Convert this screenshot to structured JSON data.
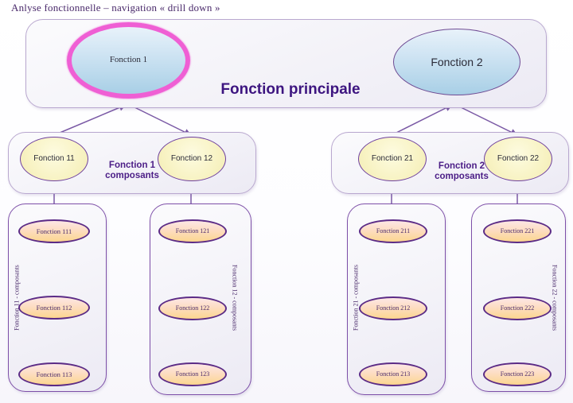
{
  "slide": {
    "title": "Anlyse fonctionnelle – navigation « drill down »"
  },
  "level1": {
    "caption": "Fonction principale",
    "nodes": [
      {
        "label": "Fonction 1",
        "state": "selected",
        "fill": "#bcdcef",
        "ring": "#ef5fd4"
      },
      {
        "label": "Fonction 2",
        "state": "normal",
        "fill": "#bcdcef",
        "ring": "#6e4a93"
      }
    ]
  },
  "level2": {
    "groups": [
      {
        "caption_line1": "Fonction 1",
        "caption_line2": "composants",
        "nodes": [
          {
            "label": "Fonction 11"
          },
          {
            "label": "Fonction 12"
          }
        ]
      },
      {
        "caption_line1": "Fonction 2",
        "caption_line2": "composants",
        "nodes": [
          {
            "label": "Fonction 21"
          },
          {
            "label": "Fonction  22"
          }
        ]
      }
    ]
  },
  "level3": {
    "columns": [
      {
        "side_label": "Fonction 11 - composants",
        "label_side": "left",
        "nodes": [
          {
            "label": "Fonction 111"
          },
          {
            "label": "Fonction 112"
          },
          {
            "label": "Fonction  113"
          }
        ]
      },
      {
        "side_label": "Fonction 12 - composants",
        "label_side": "right",
        "nodes": [
          {
            "label": "Fonction 121"
          },
          {
            "label": "Fonction 122"
          },
          {
            "label": "Fonction 123"
          }
        ]
      },
      {
        "side_label": "Fonction 21 - composants",
        "label_side": "left",
        "nodes": [
          {
            "label": "Fonction 211"
          },
          {
            "label": "Fonction 212"
          },
          {
            "label": "Fonction 213"
          }
        ]
      },
      {
        "side_label": "Fonction 22 - composants",
        "label_side": "right",
        "nodes": [
          {
            "label": "Fonction 221"
          },
          {
            "label": "Fonction 222"
          },
          {
            "label": "Fonction 223"
          }
        ]
      }
    ]
  },
  "colors": {
    "accent_purple": "#6e4a93",
    "caption_purple": "#4b1d86",
    "highlight_pink": "#ef5fd4",
    "node_blue": "#bcdcef",
    "node_yellow": "#f8f3c4",
    "node_orange": "#fcd68f",
    "connector": "#7a59a5"
  }
}
